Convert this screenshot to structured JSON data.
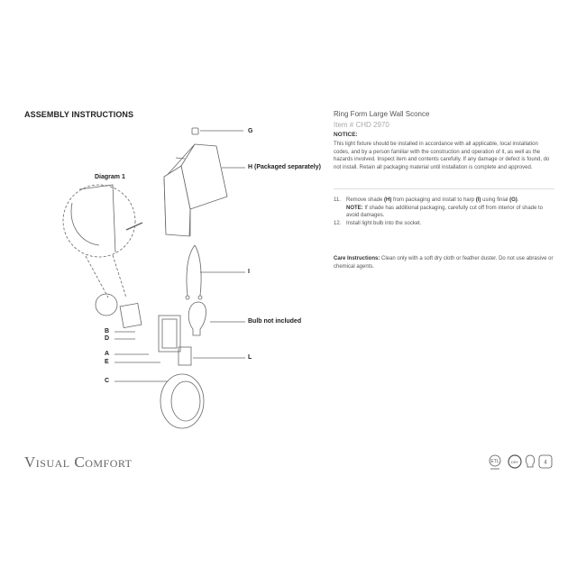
{
  "left": {
    "heading": "ASSEMBLY INSTRUCTIONS",
    "diagram_title": "Diagram 1",
    "labels": {
      "G": "G",
      "H": "H (Packaged separately)",
      "I": "I",
      "bulb": "Bulb not included",
      "B": "B",
      "D": "D",
      "A": "A",
      "E": "E",
      "L": "L",
      "C": "C"
    }
  },
  "right": {
    "product_title": "Ring Form Large Wall Sconce",
    "item_number": "Item # CHD 2970",
    "notice_heading": "NOTICE:",
    "notice_body": "This light fixture should be installed in accordance with all applicable, local installation codes, and by a person familiar with the construction and operation of it, as well as the hazards involved. Inspect item and contents carefully. If any damage or defect is found, do not install. Retain all packaging material until installation is complete and approved.",
    "steps": [
      {
        "num": "11.",
        "pre": "Remove shade ",
        "b1": "(H)",
        "mid": " from packaging and install to harp ",
        "b2": "(I)",
        "mid2": " using finial ",
        "b3": "(G)",
        "post": ".",
        "note_label": "NOTE:",
        "note_text": " If shade has additional packaging, carefully cut off from interior of shade to avoid damages."
      },
      {
        "num": "12.",
        "text": "Install light bulb into the socket."
      }
    ],
    "care_label": "Care Instructions:",
    "care_text": " Clean only with a soft dry cloth or feather duster. Do not use abrasive or chemical agents."
  },
  "footer": {
    "brand": "Visual Comfort",
    "icons": [
      "etl-listed-icon",
      "dry-rated-icon",
      "bulb-icon",
      "bulb-count-icon"
    ],
    "dry_label": "DRY",
    "bulb_count": "4"
  }
}
